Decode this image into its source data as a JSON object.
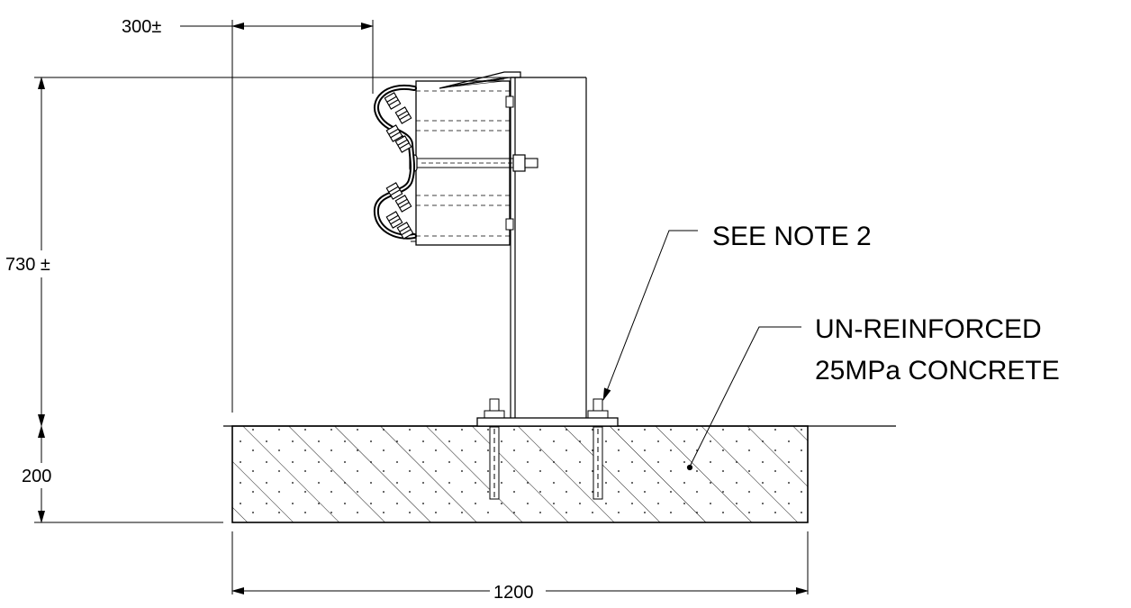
{
  "dimensions": {
    "rail_offset": "300±",
    "post_height": "730 ±",
    "footing_depth": "200",
    "footing_width": "1200"
  },
  "notes": {
    "anchor_note": "SEE NOTE 2",
    "concrete_line1": "UN-REINFORCED",
    "concrete_line2": "25MPa CONCRETE"
  },
  "colors": {
    "line": "#000000",
    "background": "#ffffff"
  }
}
